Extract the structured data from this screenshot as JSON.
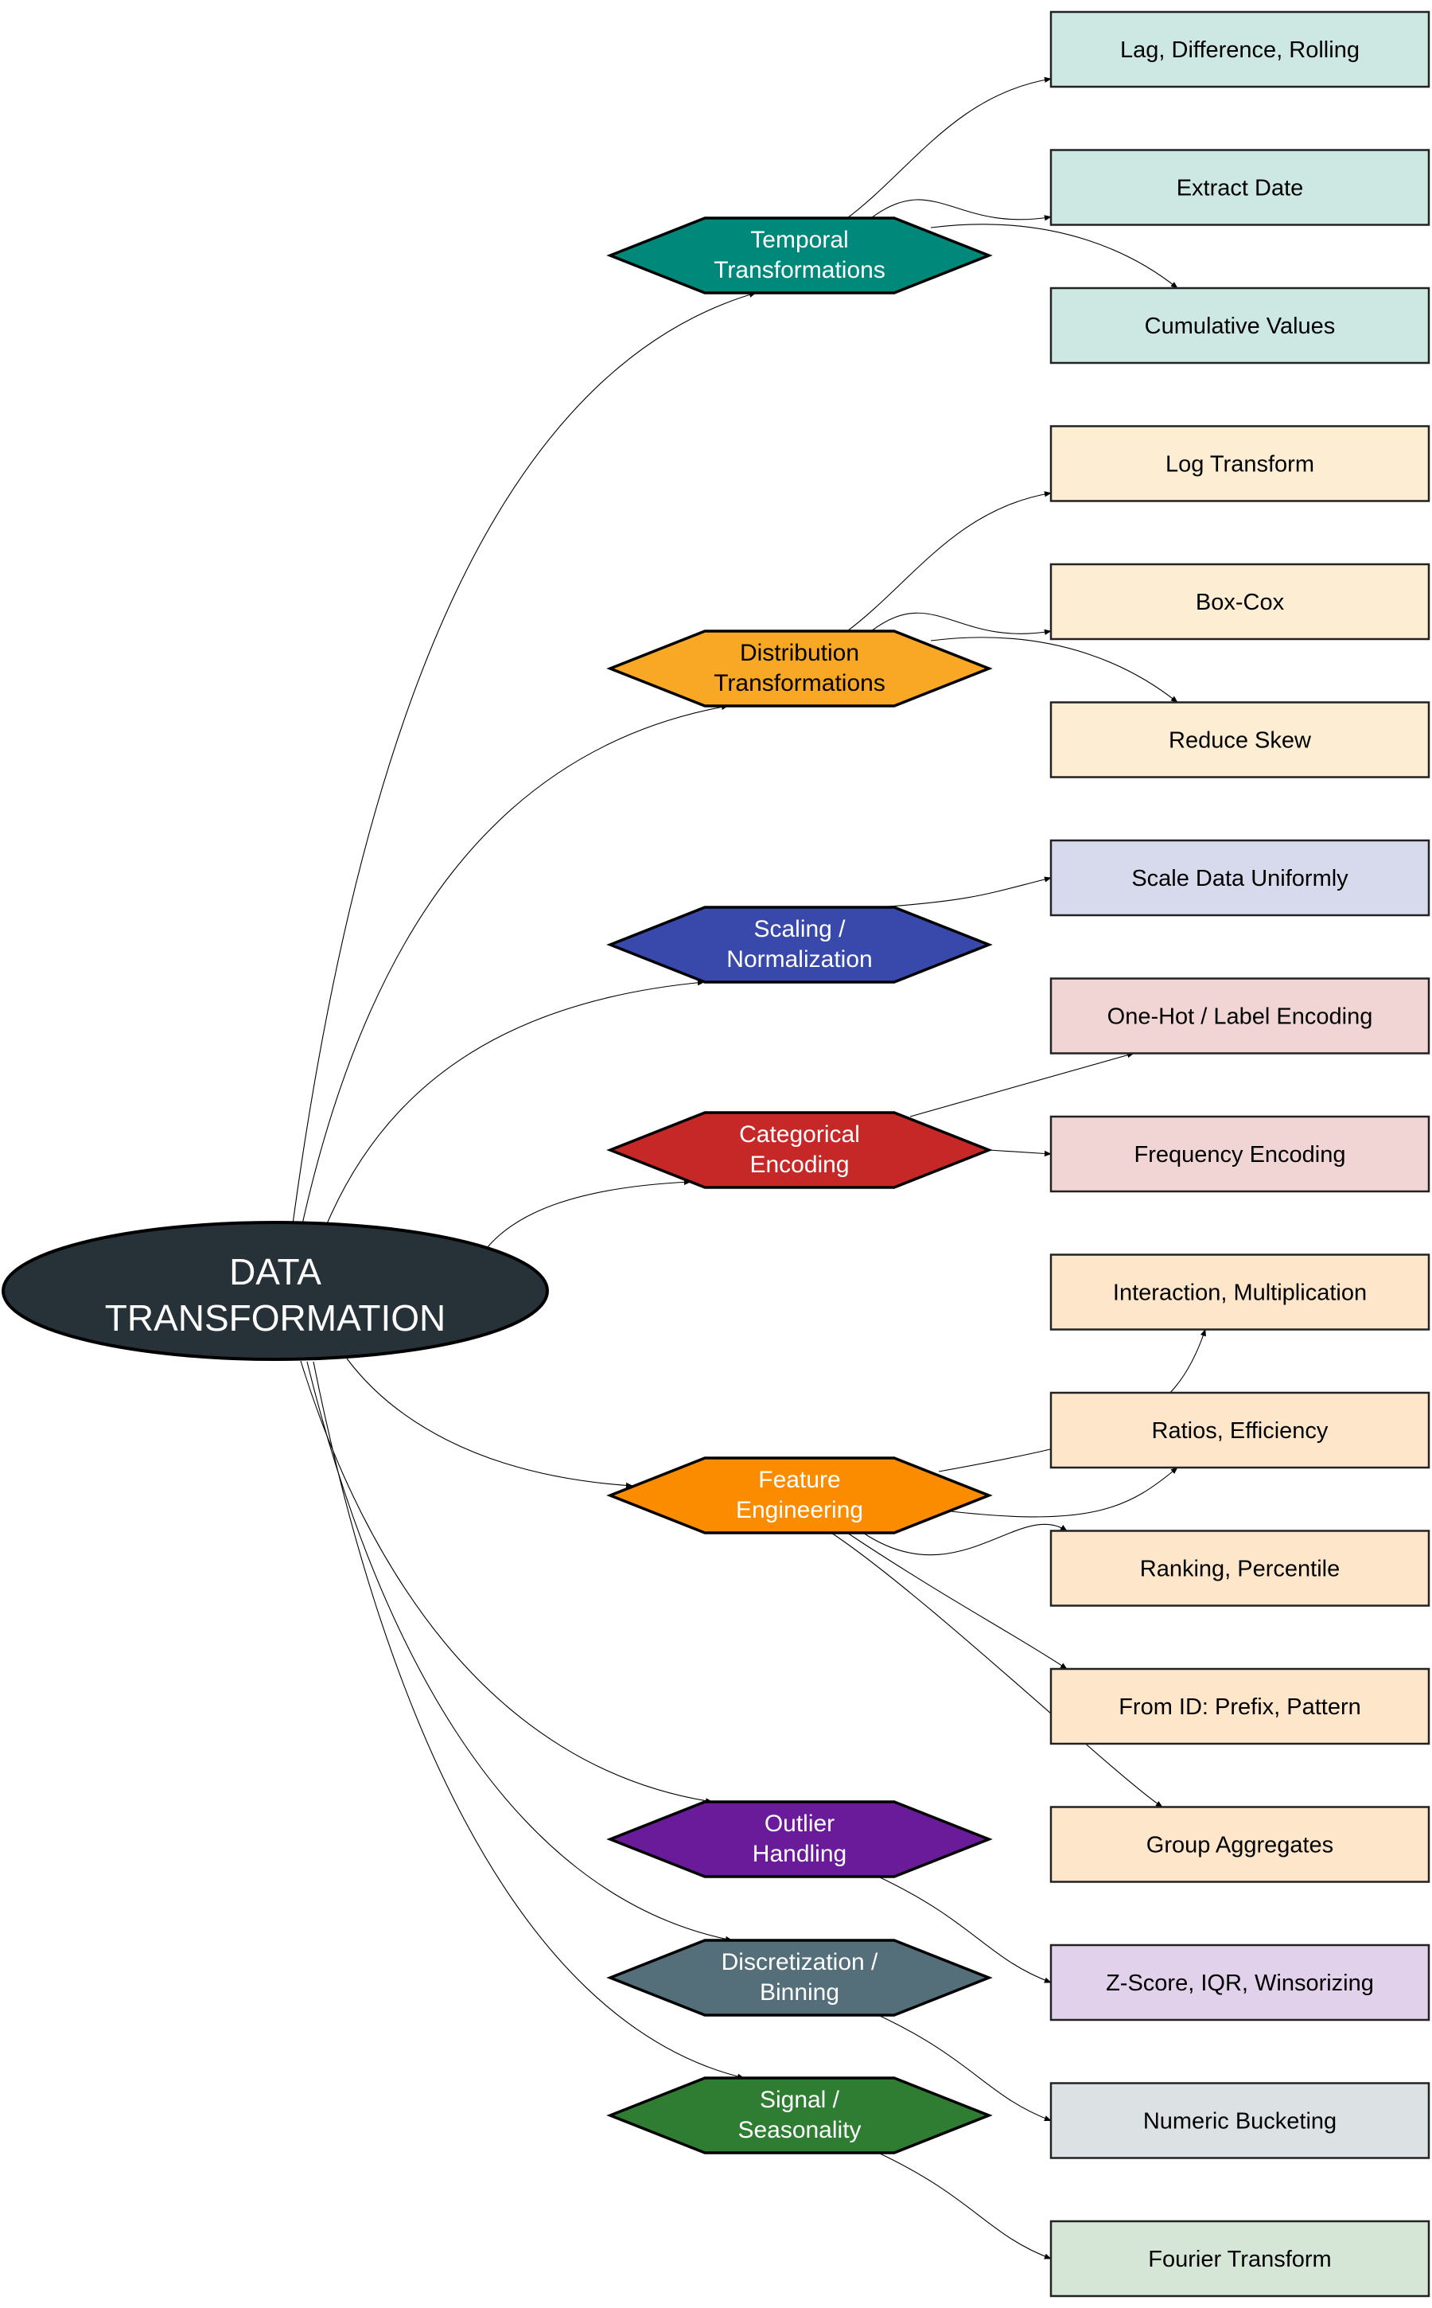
{
  "diagram": {
    "type": "mind-map",
    "root": {
      "label_lines": [
        "DATA",
        "TRANSFORMATION"
      ],
      "fill": "#263238",
      "text_color": "#ffffff"
    },
    "categories": [
      {
        "id": "temporal",
        "label_lines": [
          "Temporal",
          "Transformations"
        ],
        "fill": "#00897B",
        "text_color": "#ffffff",
        "child_fill": "#CDE7E3",
        "children": [
          "Lag, Difference, Rolling",
          "Extract Date",
          "Cumulative Values"
        ]
      },
      {
        "id": "distribution",
        "label_lines": [
          "Distribution",
          "Transformations"
        ],
        "fill": "#F9A825",
        "text_color": "#000000",
        "child_fill": "#FDEDD3",
        "children": [
          "Log Transform",
          "Box-Cox",
          "Reduce Skew"
        ]
      },
      {
        "id": "scaling",
        "label_lines": [
          "Scaling /",
          "Normalization"
        ],
        "fill": "#3949AB",
        "text_color": "#ffffff",
        "child_fill": "#D7DAEC",
        "children": [
          "Scale Data Uniformly"
        ]
      },
      {
        "id": "categorical",
        "label_lines": [
          "Categorical",
          "Encoding"
        ],
        "fill": "#C62828",
        "text_color": "#ffffff",
        "child_fill": "#F1D4D4",
        "children": [
          "One-Hot / Label Encoding",
          "Frequency Encoding"
        ]
      },
      {
        "id": "feature",
        "label_lines": [
          "Feature",
          "Engineering"
        ],
        "fill": "#FB8C00",
        "text_color": "#ffffff",
        "child_fill": "#FEE6CB",
        "children": [
          "Interaction, Multiplication",
          "Ratios, Efficiency",
          "Ranking, Percentile",
          "From ID: Prefix, Pattern",
          "Group Aggregates"
        ]
      },
      {
        "id": "outlier",
        "label_lines": [
          "Outlier",
          "Handling"
        ],
        "fill": "#6A1B9A",
        "text_color": "#ffffff",
        "child_fill": "#E1D1EA",
        "children": [
          "Z-Score, IQR, Winsorizing"
        ]
      },
      {
        "id": "discretization",
        "label_lines": [
          "Discretization /",
          "Binning"
        ],
        "fill": "#546E7A",
        "text_color": "#ffffff",
        "child_fill": "#DCE2E4",
        "children": [
          "Numeric Bucketing"
        ]
      },
      {
        "id": "signal",
        "label_lines": [
          "Signal /",
          "Seasonality"
        ],
        "fill": "#2E7D32",
        "text_color": "#ffffff",
        "child_fill": "#D5E5D6",
        "children": [
          "Fourier Transform"
        ]
      }
    ]
  }
}
